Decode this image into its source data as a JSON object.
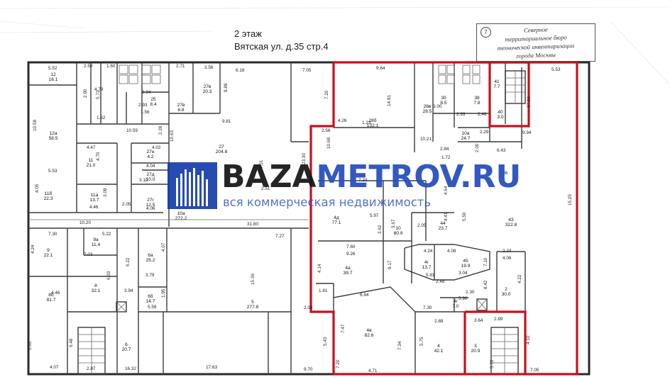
{
  "header": {
    "floor": "2 этаж",
    "address": "Вятская ул. д.35 стр.4"
  },
  "stamp": {
    "number": "7",
    "lines": [
      "Северное",
      "территориальное бюро",
      "технической инвентаризации",
      "города Москвы"
    ]
  },
  "watermark": {
    "brand_part1": "BAZA",
    "brand_part2": "METROV.RU",
    "tagline": "вся коммерческая недвижимость"
  },
  "rooms": [
    {
      "id": "12",
      "area": "16.1"
    },
    {
      "id": "12а",
      "area": "58.5"
    },
    {
      "id": "11",
      "area": "21.0"
    },
    {
      "id": "11б",
      "area": "22.3"
    },
    {
      "id": "11а",
      "area": "13.7"
    },
    {
      "id": "10а",
      "area": "272.2"
    },
    {
      "id": "27",
      "area": "204.8"
    },
    {
      "id": "27в",
      "area": "20.3"
    },
    {
      "id": "27в",
      "area": "8.8"
    },
    {
      "id": "27е",
      "area": "4.2"
    },
    {
      "id": "27д",
      "area": "10.0"
    },
    {
      "id": "27г",
      "area": "12.5"
    },
    {
      "id": "25",
      "area": "8.4"
    },
    {
      "id": "28б",
      "area": "132.1"
    },
    {
      "id": "28в",
      "area": "28.5"
    },
    {
      "id": "30",
      "area": "8.5"
    },
    {
      "id": "38",
      "area": "7.8"
    },
    {
      "id": "41",
      "area": "7.7"
    },
    {
      "id": "40",
      "area": "3.0"
    },
    {
      "id": "43",
      "area": "322.8"
    },
    {
      "id": "44",
      "area": "23.7"
    },
    {
      "id": "10",
      "area": "80.9"
    },
    {
      "id": "4д",
      "area": "77.1"
    },
    {
      "id": "4а",
      "area": "39.7"
    },
    {
      "id": "4в",
      "area": "82.6"
    },
    {
      "id": "4",
      "area": "42.1"
    },
    {
      "id": "3",
      "area": "20.9"
    },
    {
      "id": "2",
      "area": "30.0"
    },
    {
      "id": "45",
      "area": "19.9"
    },
    {
      "id": "4г",
      "area": "13.7"
    },
    {
      "id": "5",
      "area": "277.8"
    },
    {
      "id": "6а",
      "area": "25.2"
    },
    {
      "id": "6б",
      "area": "14.7"
    },
    {
      "id": "9",
      "area": "22.1"
    },
    {
      "id": "9а",
      "area": "11.4"
    },
    {
      "id": "8",
      "area": "32.1"
    },
    {
      "id": "8б",
      "area": "81.7"
    },
    {
      "id": "6",
      "area": "20.7"
    },
    {
      "id": "4г",
      "area": "7.0"
    },
    {
      "id": "10а",
      "area": "24.7"
    }
  ],
  "dimensions": [
    "5.52",
    "2.50",
    "1.60",
    "2.71",
    "3.56",
    "6.18",
    "7.05",
    "9.64",
    "5.53",
    "10.58",
    "5.53",
    "4.47",
    "4.70",
    "4.05",
    "4.46",
    "3.09",
    "2.05",
    "10.20",
    "31.80",
    "4.02",
    "4.04",
    "3.10",
    "4.06",
    "10.63",
    "9.81",
    "9.89",
    "10.59",
    "2.28",
    "7.31",
    "23.30",
    "2.51",
    "2.56",
    "7.20",
    "4.26",
    "1.23",
    "14.91",
    "10.21",
    "2.84",
    "6.43",
    "7.36",
    "15.25",
    "37.86",
    "9.94",
    "2.29",
    "10.68",
    "7.24",
    "5.97",
    "3.62",
    "3.67",
    "7.60",
    "9.26",
    "9.17",
    "4.14",
    "4.24",
    "4.08",
    "2.24",
    "4.06",
    "4.22",
    "7.10",
    "3.04",
    "5.81",
    "2.48",
    "8.42",
    "2.30",
    "5.90",
    "3.64",
    "2.89",
    "4.10",
    "6.94",
    "7.30",
    "2.88",
    "5.75",
    "7.34",
    "7.47",
    "5.43",
    "7.20",
    "4.71",
    "9.70",
    "7.05",
    "5.72",
    "7.27",
    "15.36",
    "17.63",
    "16.32",
    "2.87",
    "4.07",
    "6.65",
    "6.48",
    "7.03",
    "4.46",
    "5.59",
    "3.94",
    "1.95",
    "3.79",
    "4.07",
    "6.22",
    "6.33",
    "7.30",
    "4.24",
    "5.22",
    "2.05",
    "1.81",
    "2.05",
    "2.00",
    "1.72",
    "4.64",
    "4.41",
    "5.50",
    "5.73",
    "1.56",
    "2.93",
    "2.94",
    "3.00",
    "2.93",
    "2.46",
    "2.90",
    "4.79",
    "1.62",
    "1.28"
  ]
}
